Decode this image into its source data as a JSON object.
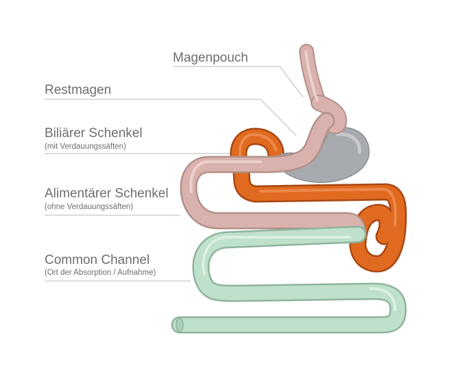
{
  "labels": {
    "magenpouch": "Magenpouch",
    "restmagen": "Restmagen",
    "biliaer": {
      "title": "Biliärer Schenkel",
      "subtitle": "(mit Verdauungssäften)"
    },
    "alimentaer": {
      "title": "Alimentärer Schenkel",
      "subtitle": "(ohne Verdauungssäften)"
    },
    "common": {
      "title": "Common Channel",
      "subtitle": "(Ort der Absorption / Aufnahme)"
    }
  },
  "colors": {
    "pouch_limb": "#d9b2ad",
    "remnant_stomach": "#a7aaaf",
    "biliary_limb": "#e06a20",
    "common_channel": "#bfe0cb",
    "label_text": "#6e6e6e",
    "leader_line": "#b9b9b9"
  }
}
